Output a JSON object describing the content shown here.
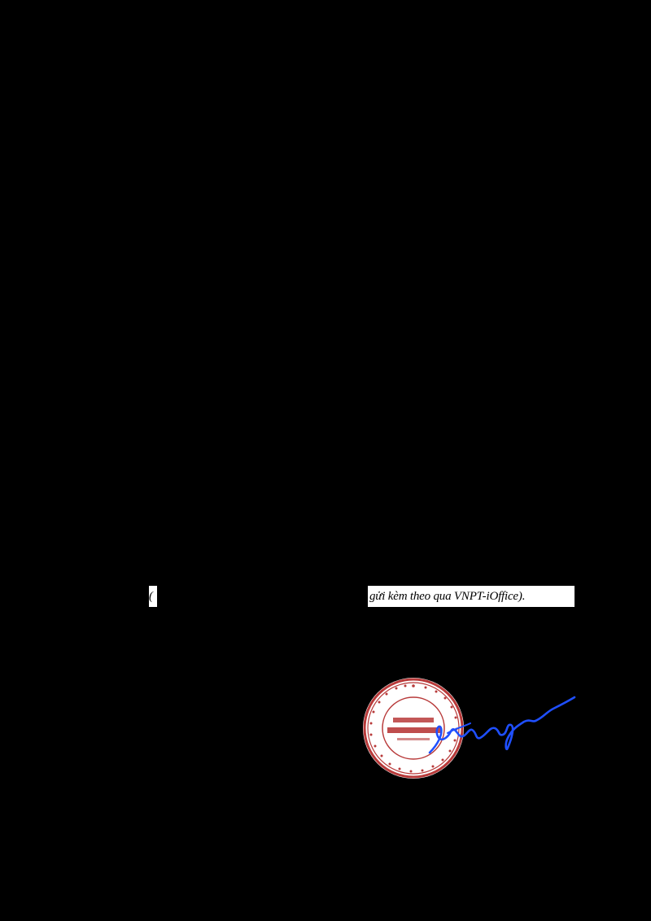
{
  "document": {
    "line_left_fragment": "(",
    "line_right_fragment": "gửi kèm theo qua VNPT-iOffice)."
  },
  "seal": {
    "kind": "round red official stamp",
    "color": "#b83a3a"
  },
  "signature": {
    "kind": "handwritten signature",
    "color": "#1f4fff"
  },
  "colors": {
    "background": "#000000",
    "text": "#000000",
    "strip": "#ffffff"
  }
}
